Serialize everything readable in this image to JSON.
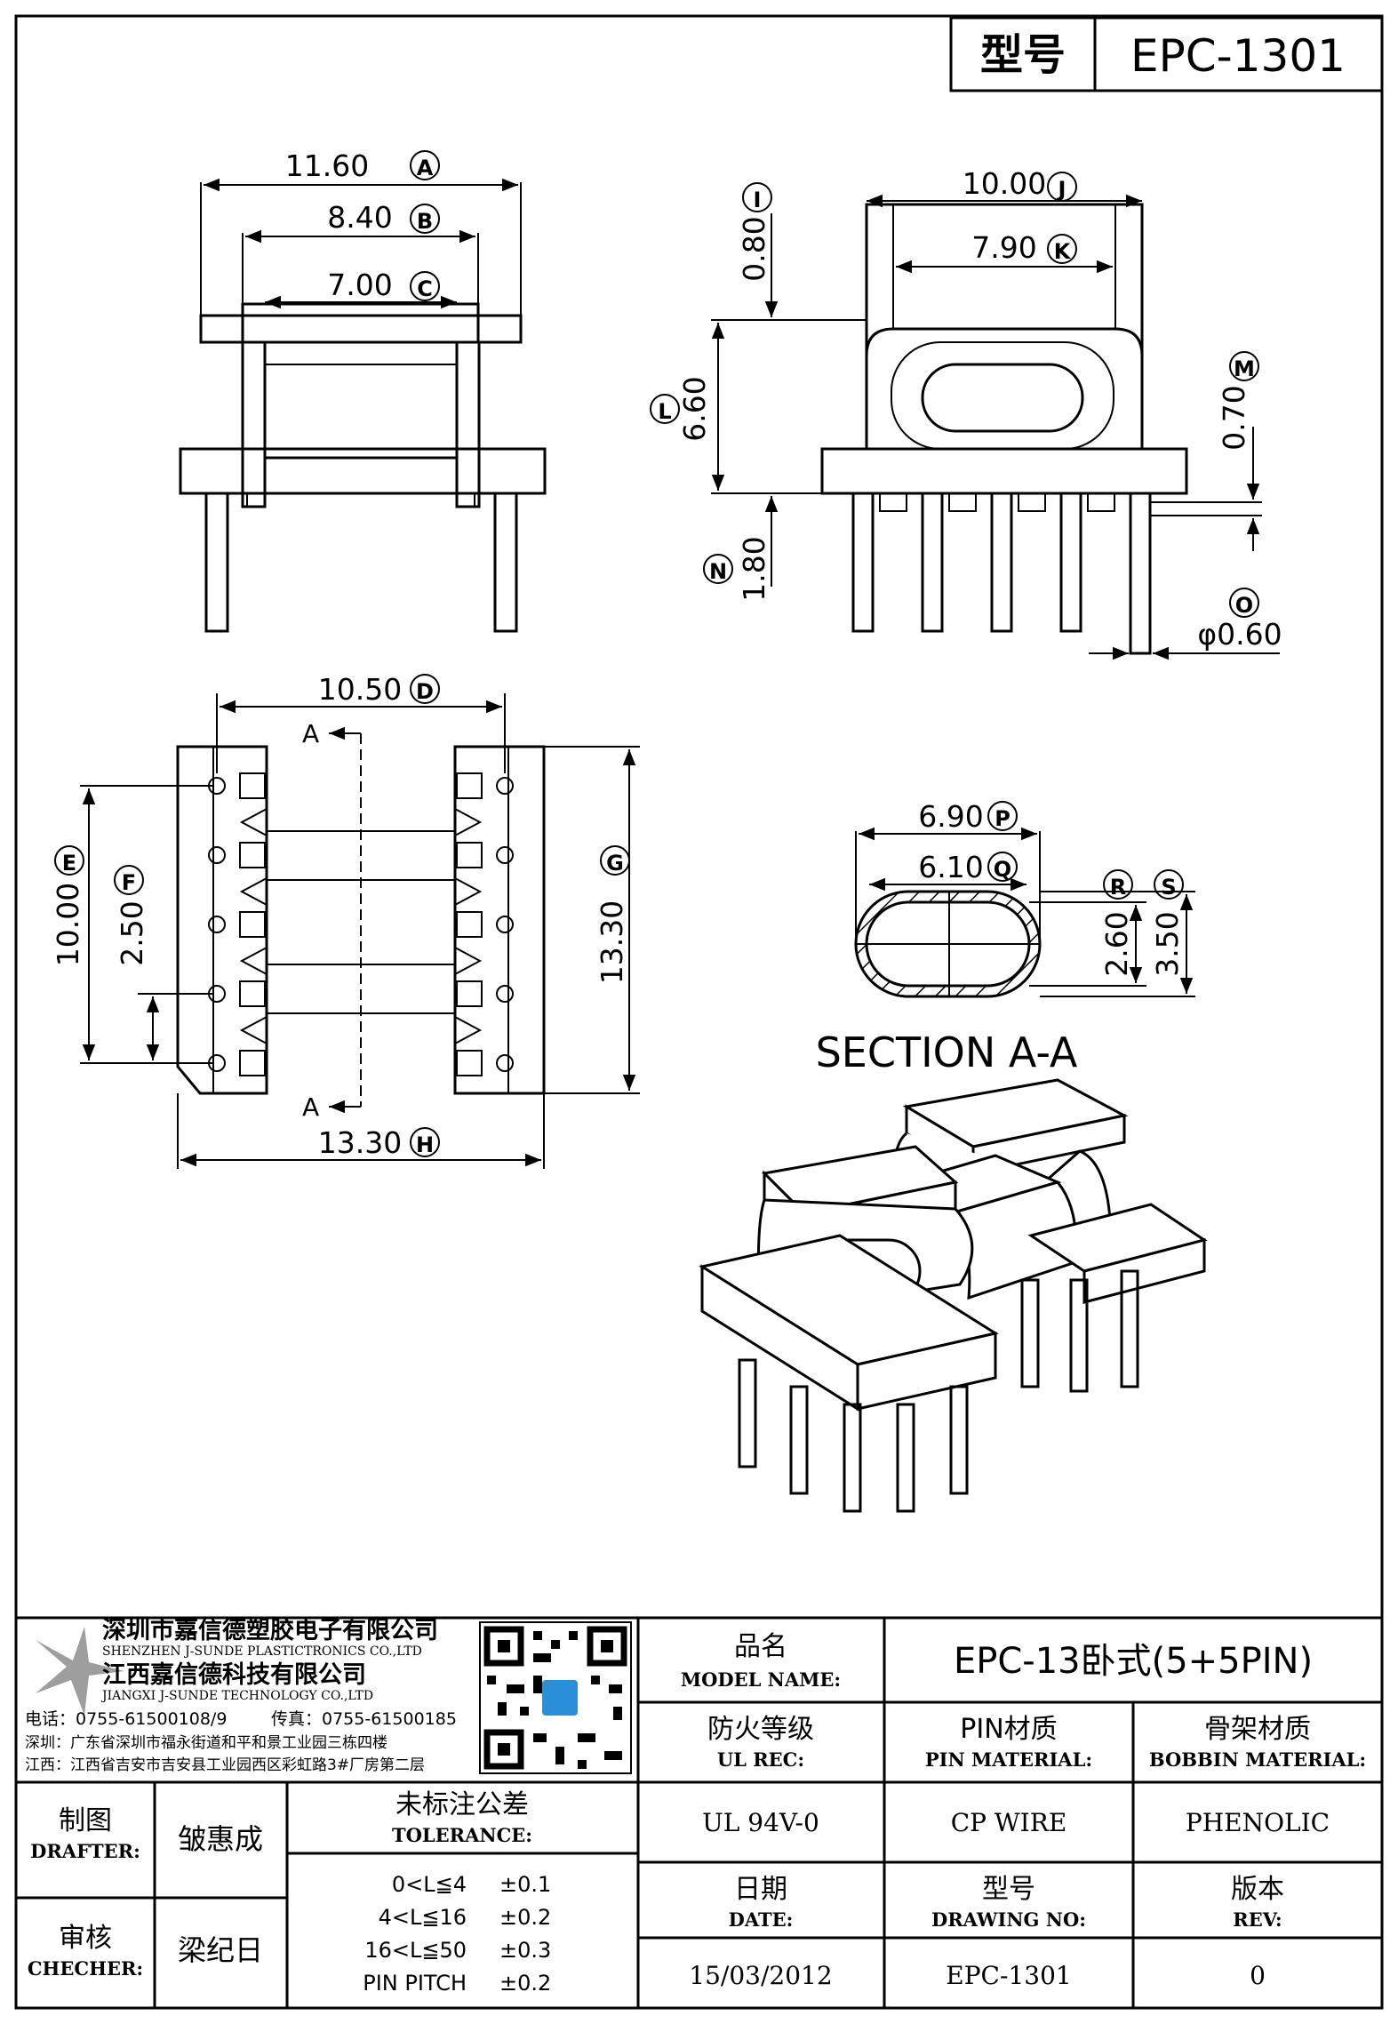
{
  "header": {
    "label": "型号",
    "value": "EPC-1301"
  },
  "dimensions": {
    "A": "11.60",
    "B": "8.40",
    "C": "7.00",
    "D": "10.50",
    "E": "10.00",
    "F": "2.50",
    "G": "13.30",
    "H": "13.30",
    "I": "0.80",
    "J": "10.00",
    "K": "7.90",
    "L": "6.60",
    "M": "0.70",
    "N": "1.80",
    "O": "φ0.60",
    "P": "6.90",
    "Q": "6.10",
    "R": "2.60",
    "S": "3.50"
  },
  "section_marker": "A",
  "section_title": "SECTION A-A",
  "company": {
    "name_cn_1": "深圳市嘉信德塑胶电子有限公司",
    "name_en_1": "SHENZHEN J-SUNDE PLASTICTRONICS CO.,LTD",
    "name_cn_2": "江西嘉信德科技有限公司",
    "name_en_2": "JIANGXI J-SUNDE TECHNOLOGY CO.,LTD",
    "phone": "电话：0755-61500108/9",
    "fax": "传真：0755-61500185",
    "addr_sz": "深圳：广东省深圳市福永街道和平和景工业园三栋四楼",
    "addr_jx": "江西：江西省吉安市吉安县工业园西区彩虹路3#厂房第二层"
  },
  "title_block": {
    "model_name_cn": "品名",
    "model_name_en": "MODEL NAME:",
    "model_name_value": "EPC-13卧式(5+5PIN)",
    "ul_cn": "防火等级",
    "ul_en": "UL REC:",
    "ul_value": "UL 94V-0",
    "pin_cn": "PIN材质",
    "pin_en": "PIN MATERIAL:",
    "pin_value": "CP WIRE",
    "bobbin_cn": "骨架材质",
    "bobbin_en": "BOBBIN MATERIAL:",
    "bobbin_value": "PHENOLIC",
    "drafter_cn": "制图",
    "drafter_en": "DRAFTER:",
    "drafter_value": "皱惠成",
    "checker_cn": "审核",
    "checker_en": "CHECHER:",
    "checker_value": "梁纪日",
    "tol_cn": "未标注公差",
    "tol_en": "TOLERANCE:",
    "tolerances": [
      {
        "range": "0<L≦4",
        "value": "±0.1"
      },
      {
        "range": "4<L≦16",
        "value": "±0.2"
      },
      {
        "range": "16<L≦50",
        "value": "±0.3"
      },
      {
        "range": "PIN PITCH",
        "value": "±0.2"
      }
    ],
    "date_cn": "日期",
    "date_en": "DATE:",
    "date_value": "15/03/2012",
    "dwg_cn": "型号",
    "dwg_en": "DRAWING NO:",
    "dwg_value": "EPC-1301",
    "rev_cn": "版本",
    "rev_en": "REV:",
    "rev_value": "0"
  }
}
